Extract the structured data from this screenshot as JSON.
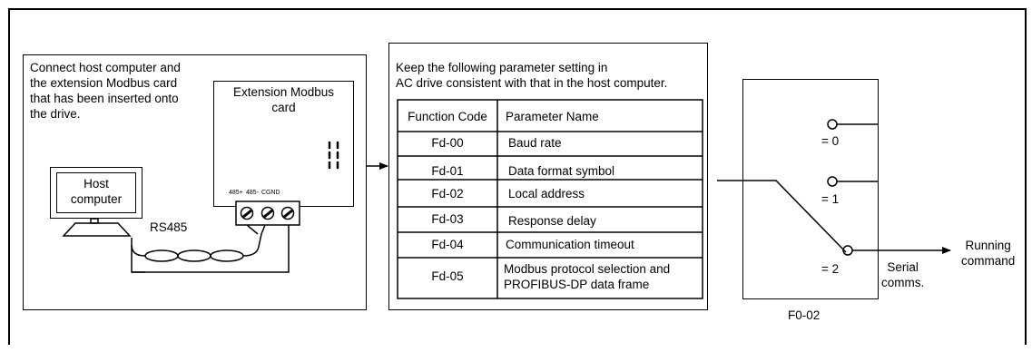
{
  "host_box": {
    "text_lines": [
      "Connect host computer and",
      "the extension Modbus card",
      "that has been inserted onto",
      "the drive."
    ],
    "card_label_lines": [
      "Extension Modbus",
      "card"
    ],
    "terminals": [
      "485+",
      "485-",
      "CGND"
    ],
    "host_label_lines": [
      "Host",
      "computer"
    ],
    "cable_label": "RS485"
  },
  "param_box": {
    "intro_lines": [
      "Keep the following parameter setting in",
      "AC drive consistent with that in the host computer."
    ],
    "table": {
      "headers": [
        "Function Code",
        "Parameter Name"
      ],
      "rows": [
        {
          "code": "Fd-00",
          "name": [
            "Baud rate"
          ]
        },
        {
          "code": "Fd-01",
          "name": [
            "Data format symbol"
          ]
        },
        {
          "code": "Fd-02",
          "name": [
            "Local address"
          ]
        },
        {
          "code": "Fd-03",
          "name": [
            "Response delay"
          ]
        },
        {
          "code": "Fd-04",
          "name": [
            "Communication timeout"
          ]
        },
        {
          "code": "Fd-05",
          "name": [
            "Modbus protocol selection and",
            "PROFIBUS-DP data frame"
          ]
        }
      ]
    }
  },
  "switch_box": {
    "positions": [
      "= 0",
      "= 1",
      "= 2"
    ],
    "param_label": "F0-02",
    "serial_label_lines": [
      "Serial",
      "comms."
    ],
    "output_label_lines": [
      "Running",
      "command"
    ]
  }
}
